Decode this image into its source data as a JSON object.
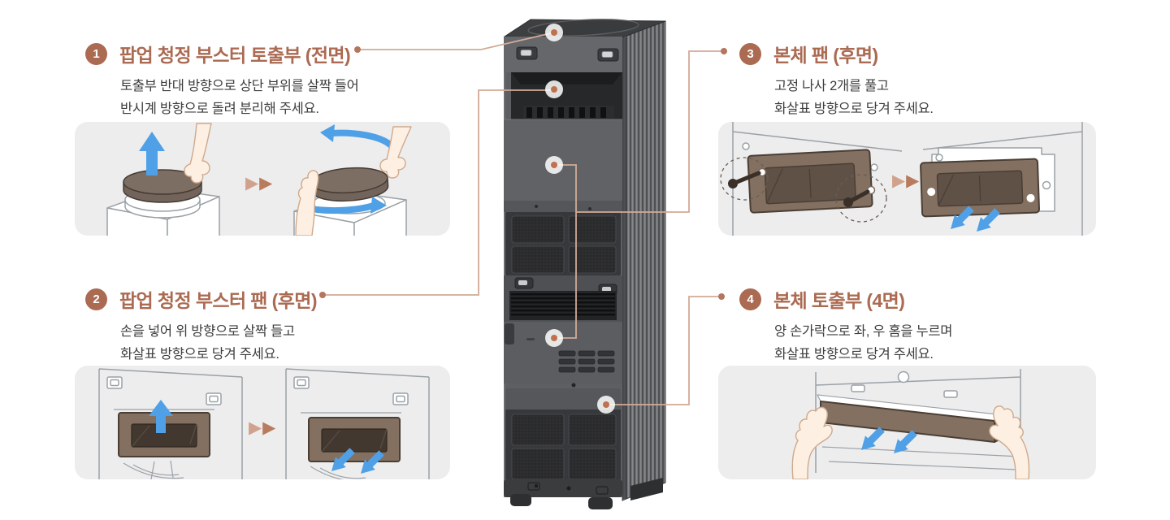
{
  "colors": {
    "accent_brown": "#ab6a52",
    "leader_line": "#d3aa97",
    "body_text": "#3e3e3e",
    "illustration_bg": "#ededee",
    "arrow_blue": "#4fa0e6",
    "component_brown": "#837061",
    "tower_body_gray": "#5d5f63"
  },
  "icons": {
    "next_step_1": "▶",
    "next_step_2": "▶"
  },
  "sections": [
    {
      "number": "1",
      "title": "팝업 청정 부스터 토출부 (전면)",
      "desc1": "토출부 반대 방향으로 상단 부위를 살짝 들어",
      "desc2": "반시계 방향으로 돌려 분리해 주세요."
    },
    {
      "number": "2",
      "title": "팝업 청정 부스터 팬 (후면)",
      "desc1": "손을 넣어 위 방향으로 살짝 들고",
      "desc2": "화살표 방향으로 당겨 주세요."
    },
    {
      "number": "3",
      "title": "본체 팬 (후면)",
      "desc1": "고정 나사 2개를 풀고",
      "desc2": "화살표 방향으로 당겨 주세요."
    },
    {
      "number": "4",
      "title": "본체 토출부 (4면)",
      "desc1": "양 손가락으로 좌, 우 홈을 누르며",
      "desc2": "화살표 방향으로 당겨 주세요."
    }
  ]
}
